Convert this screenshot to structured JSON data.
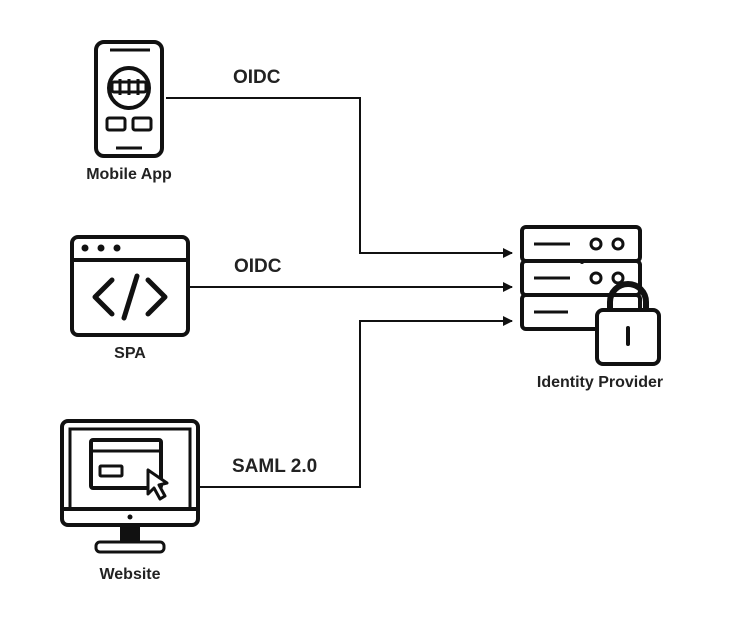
{
  "nodes": {
    "mobile_app": {
      "label": "Mobile App",
      "icon": "mobile-phone-icon"
    },
    "spa": {
      "label": "SPA",
      "icon": "browser-code-icon"
    },
    "website": {
      "label": "Website",
      "icon": "desktop-monitor-icon"
    },
    "identity_provider": {
      "label": "Identity Provider",
      "icon": "server-lock-icon"
    }
  },
  "edges": {
    "mobile_to_idp": {
      "label": "OIDC"
    },
    "spa_to_idp": {
      "label": "OIDC"
    },
    "website_to_idp": {
      "label": "SAML 2.0"
    }
  },
  "colors": {
    "stroke": "#111111",
    "text": "#222222",
    "background": "#ffffff"
  }
}
